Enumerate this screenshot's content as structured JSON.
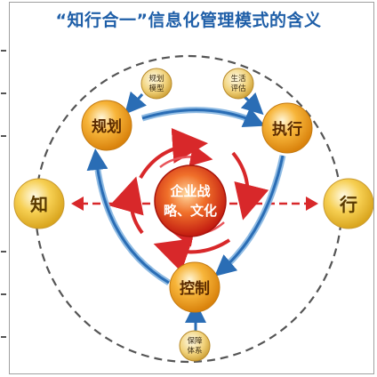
{
  "diagram": {
    "title": "“知行合一”信息化管理模式的含义",
    "nodes": {
      "zhi": "知",
      "xing": "行",
      "guihua": "规划",
      "zhixing": "执行",
      "kongzhi": "控制",
      "center_line1": "企业战",
      "center_line2": "略、文化"
    },
    "small_nodes": {
      "guihua_moxing_line1": "规划",
      "guihua_moxing_line2": "模型",
      "shenghuo_pinggu_line1": "生活",
      "shenghuo_pinggu_line2": "评估",
      "baozhang_tixi_line1": "保障",
      "baozhang_tixi_line2": "体系"
    },
    "colors": {
      "title": "#1f5fa8",
      "orange_node": "#f2a019",
      "yellow_node": "#f4c542",
      "center_red": "#e03a1e",
      "arrow_blue": "#2a6db5",
      "arrow_red": "#d8282a"
    }
  }
}
